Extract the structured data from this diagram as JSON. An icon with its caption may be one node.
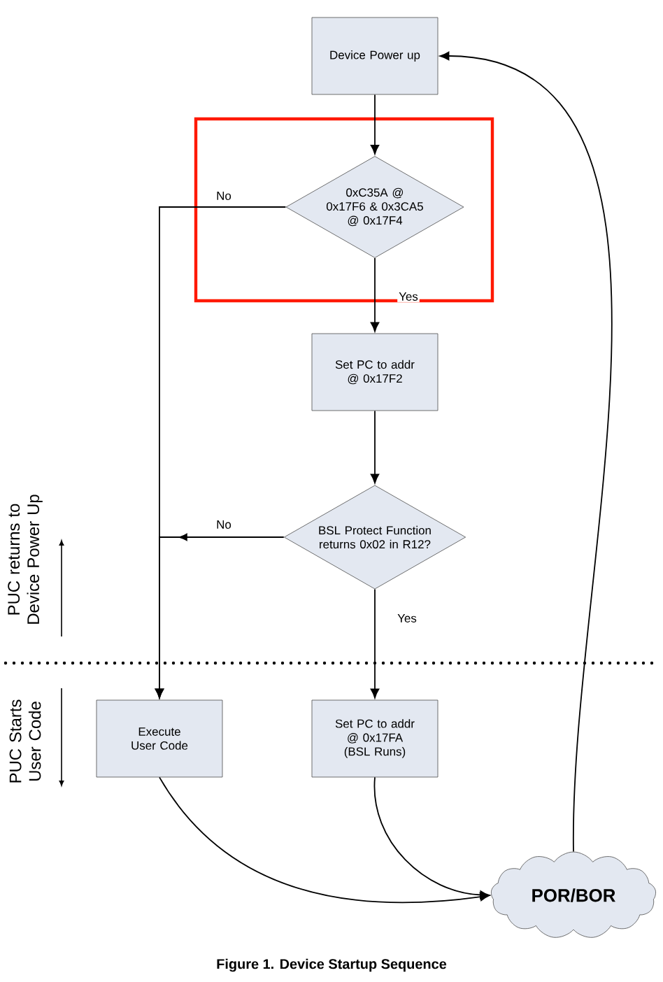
{
  "diagram": {
    "caption": "Figure 1. Device Startup Sequence",
    "nodes": [
      {
        "text": [
          "Device Power up"
        ]
      },
      {
        "text": [
          "0xC35A @ 0x17F6 & 0x3CA5 @ 0x17F4"
        ]
      },
      {
        "text": [
          "Set PC to addr @ 0x17F2"
        ]
      },
      {
        "text": [
          "BSL Protect Function returns 0x02 in R12?"
        ]
      },
      {
        "text": [
          "Execute User Code"
        ]
      },
      {
        "text": [
          "Set PC to addr @ 0x17FA (BSL Runs)"
        ]
      },
      {
        "text": [
          "POR/BOR"
        ]
      }
    ],
    "edges": [
      {
        "from": 0,
        "to": 1,
        "arrow": "to"
      },
      {
        "from": 1,
        "to": 2,
        "arrow": "to",
        "label": "Yes"
      },
      {
        "from": 1,
        "to": 4,
        "arrow": "to",
        "label": "No"
      },
      {
        "from": 2,
        "to": 3,
        "arrow": "to"
      },
      {
        "from": 3,
        "to": 4,
        "arrow": "to",
        "label": "No"
      },
      {
        "from": 3,
        "to": 5,
        "arrow": "to",
        "label": "Yes"
      },
      {
        "from": 4,
        "to": 6,
        "arrow": "to"
      },
      {
        "from": 5,
        "to": 6,
        "arrow": "to"
      },
      {
        "from": 6,
        "to": 0,
        "arrow": "to"
      }
    ],
    "labels": [
      "PUC returns to Device Power Up",
      "PUC Starts User Code"
    ]
  }
}
